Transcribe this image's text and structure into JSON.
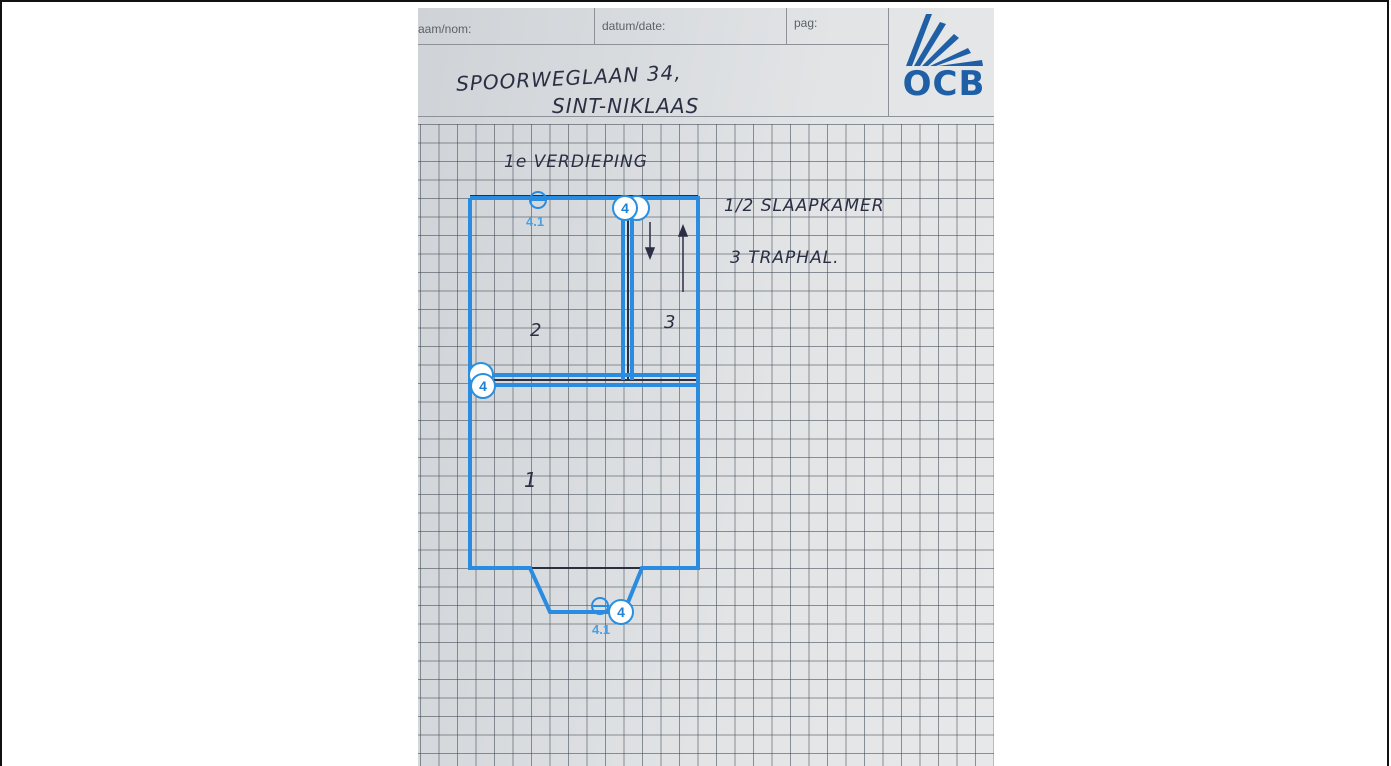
{
  "header": {
    "name_label": "aam/nom:",
    "date_label": "datum/date:",
    "page_label": "pag:",
    "logo_text": "OCB"
  },
  "handwriting": {
    "address_line1": "SPOORWEGLAAN 34,",
    "address_line2": "SINT-NIKLAAS",
    "floor_title": "1e VERDIEPING",
    "legend_line1": "1/2 SLAAPKAMER",
    "legend_line2": "3 TRAPHAL."
  },
  "rooms": {
    "room_1": "1",
    "room_2": "2",
    "room_3": "3"
  },
  "markers": {
    "badge_top_right": "4",
    "badge_left": "4",
    "badge_bottom": "4",
    "top_point_label": "4.1",
    "bottom_point_label": "4.1"
  },
  "colors": {
    "outline": "#2a8ce0",
    "pencil": "#2b2f44"
  }
}
